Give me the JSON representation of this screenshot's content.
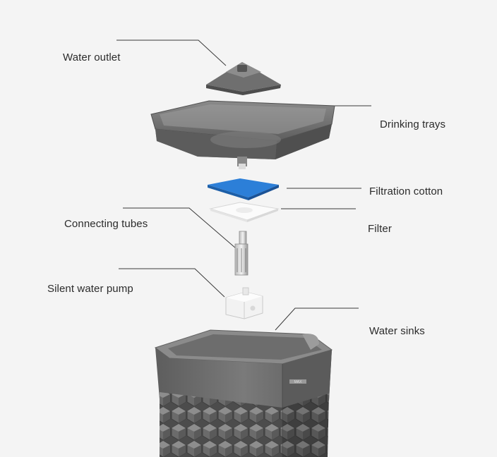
{
  "labels": {
    "water_outlet": "Water outlet",
    "drinking_trays": "Drinking trays",
    "filtration_cotton": "Filtration cotton",
    "filter": "Filter",
    "connecting_tubes": "Connecting tubes",
    "silent_water_pump": "Silent water pump",
    "water_sinks": "Water sinks"
  },
  "tank_marking": "MAX",
  "colors": {
    "background": "#f4f4f4",
    "smoke_plastic": "#6f6f6f",
    "cotton_blue": "#2c7fd8",
    "filter_white": "#fbfbfb",
    "leader_line": "#3a3a3a"
  }
}
